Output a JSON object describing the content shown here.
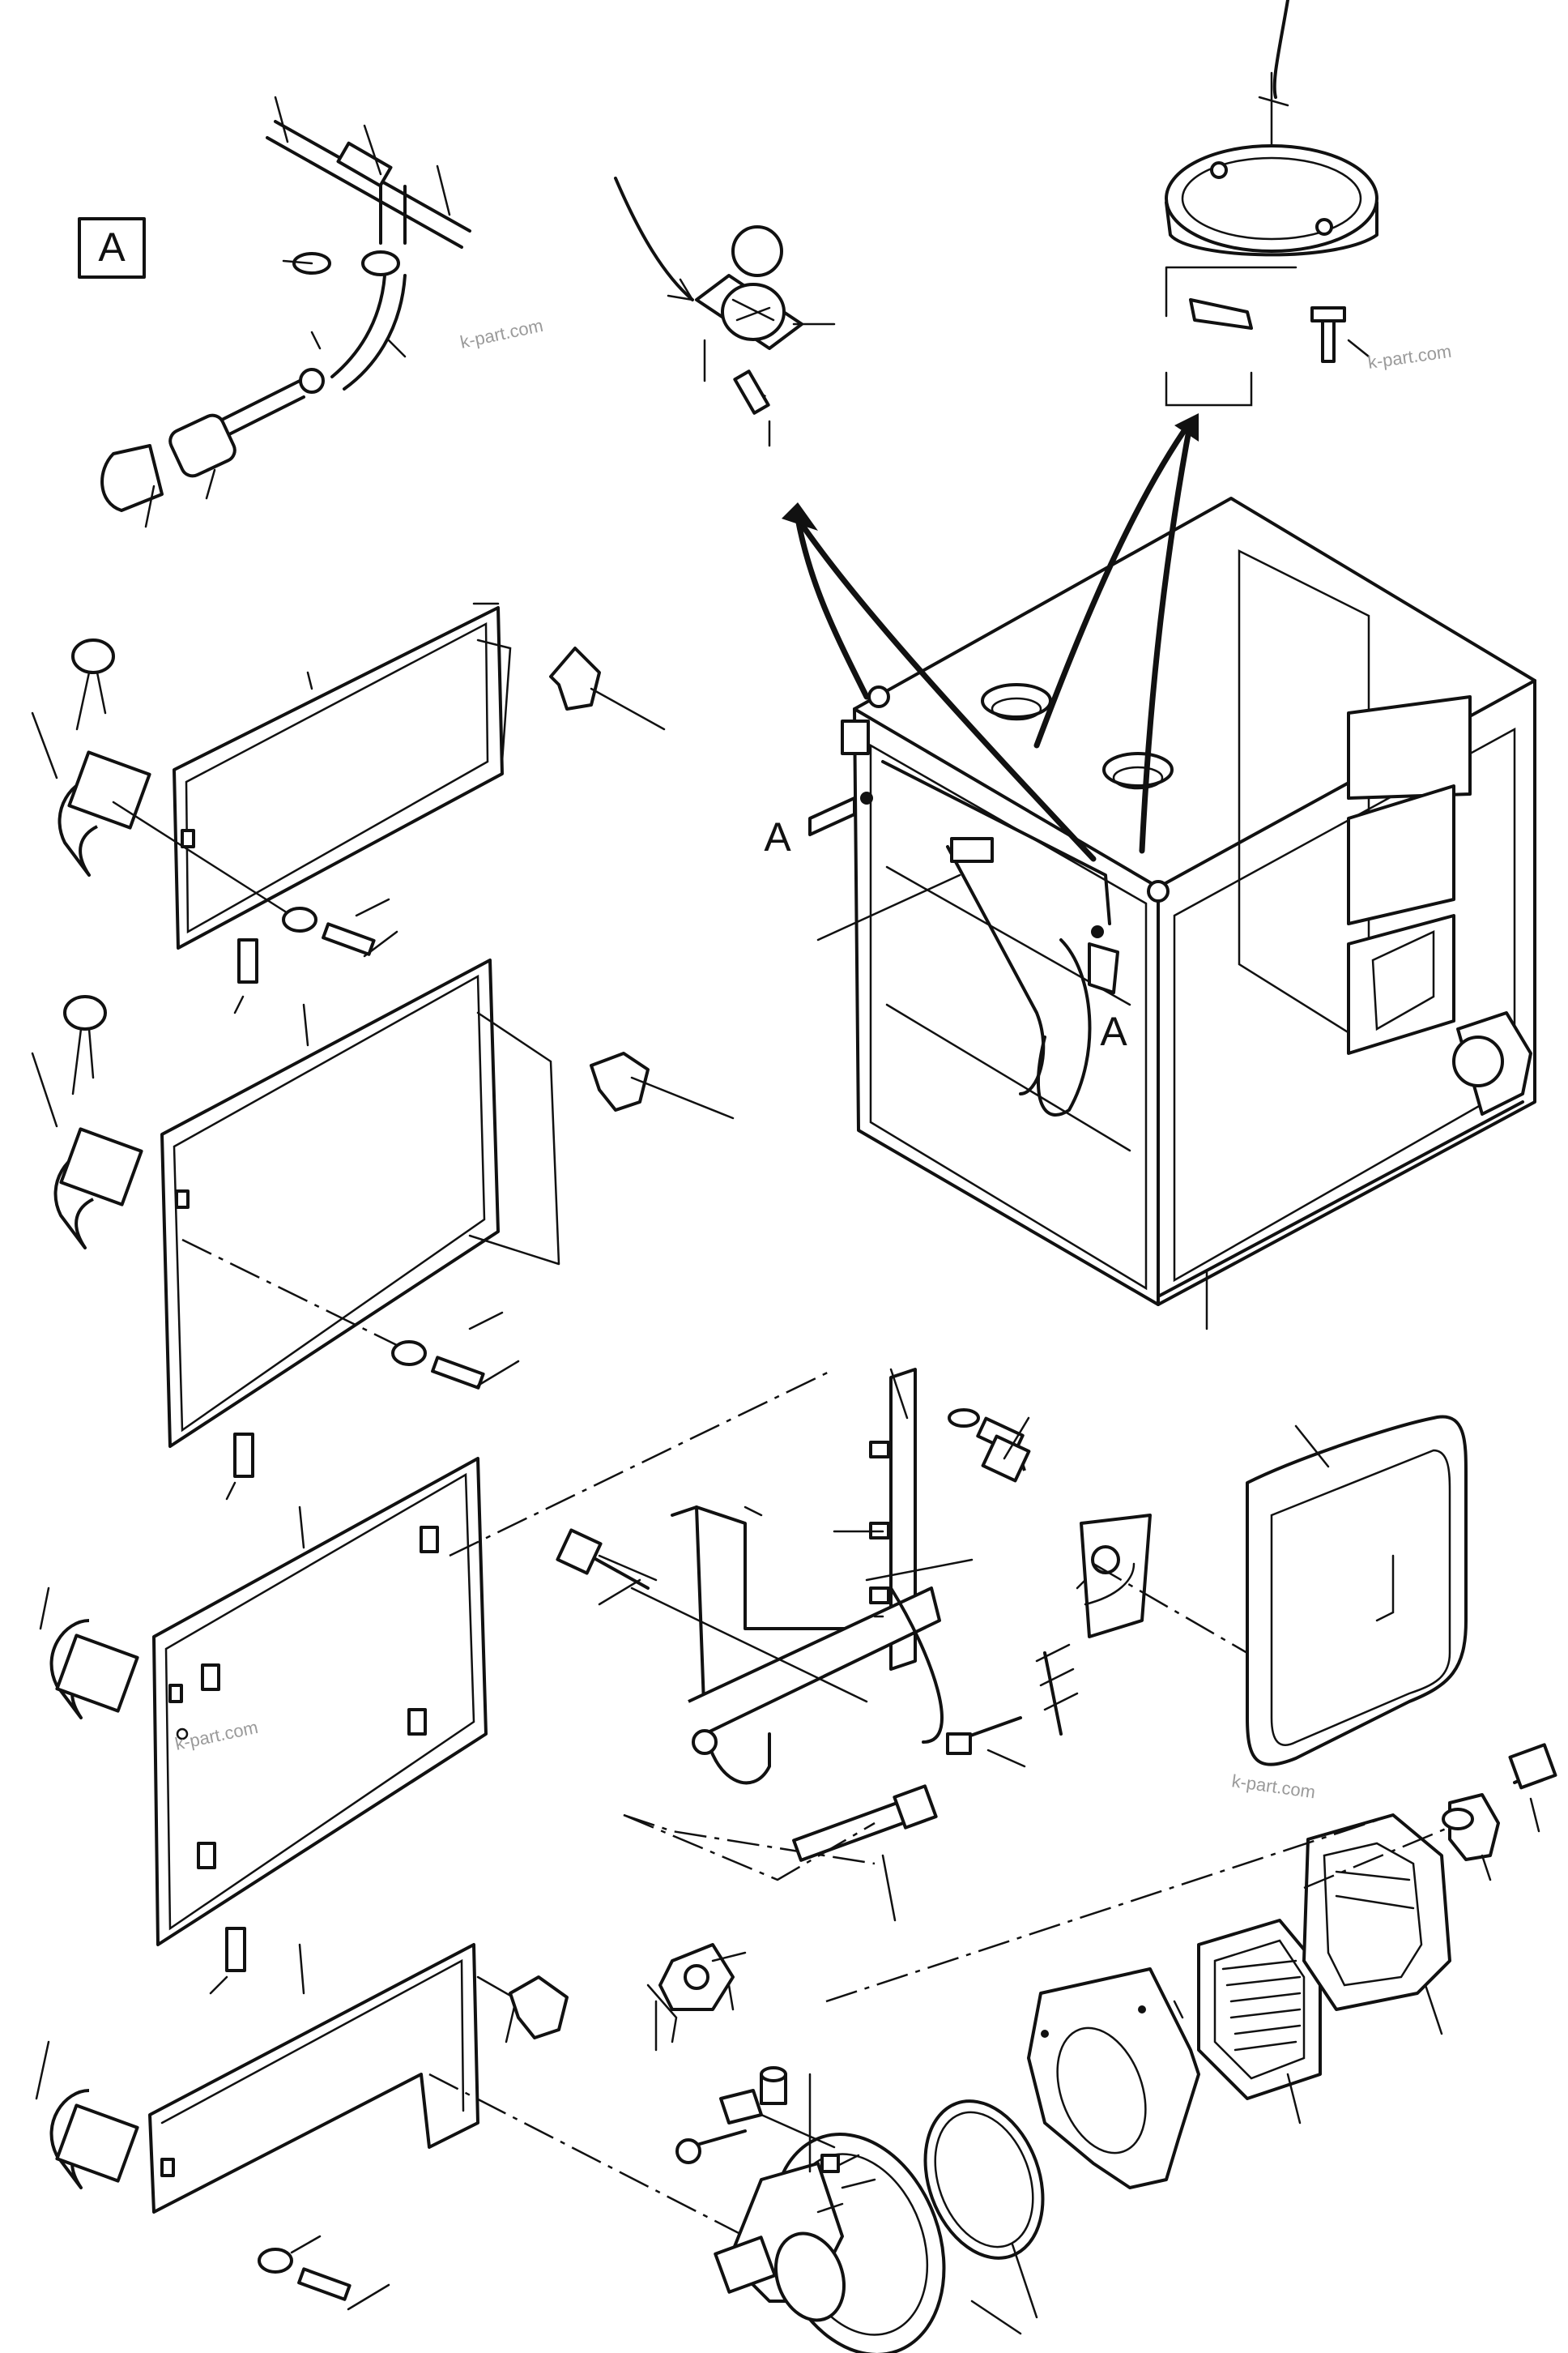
{
  "detail_box_label": "A",
  "arrow_labels": [
    "A",
    "A"
  ],
  "watermarks": [
    "k-part.com",
    "k-part.com",
    "k-part.com",
    "k-part.com"
  ]
}
